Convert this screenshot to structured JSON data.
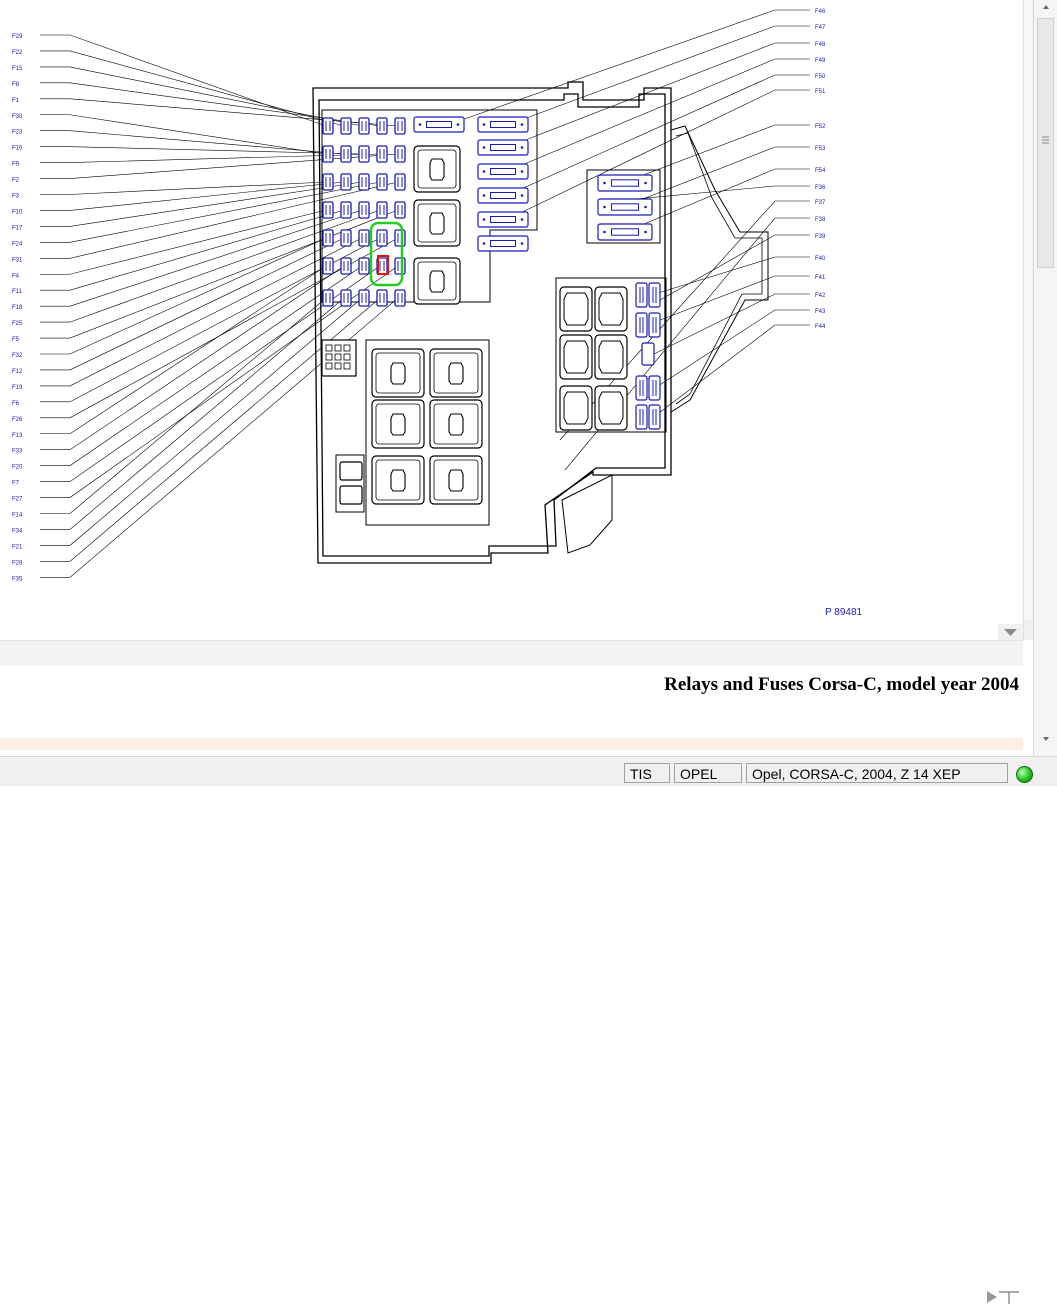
{
  "diagram": {
    "left_labels": [
      "F29",
      "F22",
      "F15",
      "F8",
      "F1",
      "F30",
      "F23",
      "F16",
      "F9",
      "F2",
      "F3",
      "F10",
      "F17",
      "F24",
      "F31",
      "F4",
      "F11",
      "F18",
      "F25",
      "F5",
      "F32",
      "F12",
      "F19",
      "F6",
      "F26",
      "F13",
      "F33",
      "F20",
      "F7",
      "F27",
      "F14",
      "F34",
      "F21",
      "F28",
      "F35"
    ],
    "right_labels": [
      "F46",
      "F47",
      "F48",
      "F49",
      "F50",
      "F51",
      "F52",
      "F53",
      "F54",
      "F36",
      "F37",
      "F38",
      "F39",
      "F40",
      "F41",
      "F42",
      "F43",
      "F44"
    ],
    "figure_code": "P 89481",
    "colors": {
      "fuse": "#1a1ab4",
      "highlight": "#22cc22",
      "selected_fuse": "#e01010",
      "line": "#000000"
    }
  },
  "caption": "Relays and Fuses Corsa-C, model year 2004",
  "statusbar": {
    "app": "TIS",
    "brand": "OPEL",
    "vehicle": "Opel, CORSA-C, 2004, Z 14 XEP",
    "status_icon": "green-status-led"
  }
}
